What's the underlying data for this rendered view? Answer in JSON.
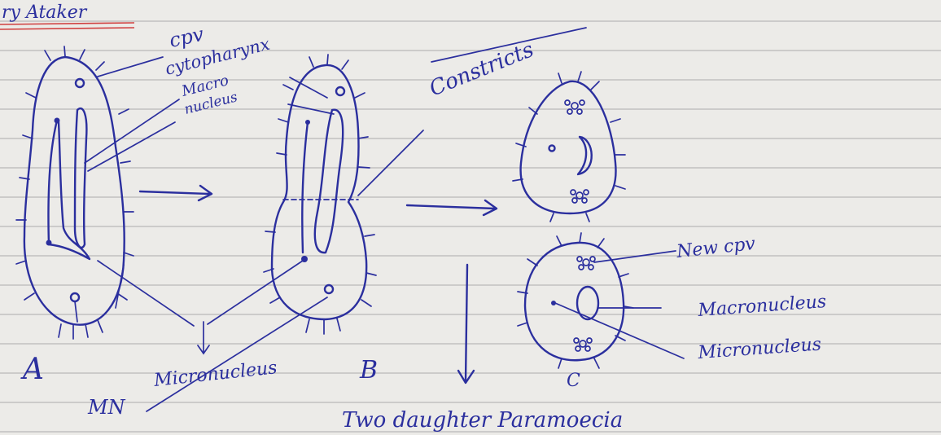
{
  "header": {
    "heading": "ry Ataker"
  },
  "labels": {
    "cpv": "cpv",
    "cytopharynx": "cytopharynx",
    "macronucleus_top_1": "Macro",
    "macronucleus_top_2": "nucleus",
    "constricts": "Constricts",
    "new_cpv": "New cpv",
    "macronucleus_right": "Macronucleus",
    "micronucleus_right": "Micronucleus",
    "mn": "MN",
    "micronucleus_bottom": "Micronucleus",
    "label_a": "A",
    "label_b": "B",
    "label_c": "C",
    "two_daughter": "Two daughter Paramoecia"
  },
  "colors": {
    "ink": "#2b2f9e",
    "paper": "#ecebe8",
    "rule": "#b8b8b8",
    "margin": "#d04040"
  }
}
